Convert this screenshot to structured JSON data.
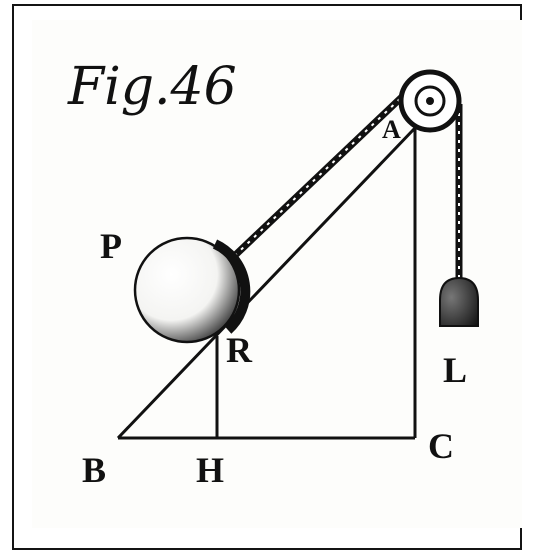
{
  "figure": {
    "title": "Fig.46",
    "labels": {
      "P": "P",
      "A": "A",
      "R": "R",
      "L": "L",
      "B": "B",
      "H": "H",
      "C": "C"
    }
  },
  "colors": {
    "ink": "#111111",
    "background": "#fdfdfb",
    "border": "#141414"
  }
}
